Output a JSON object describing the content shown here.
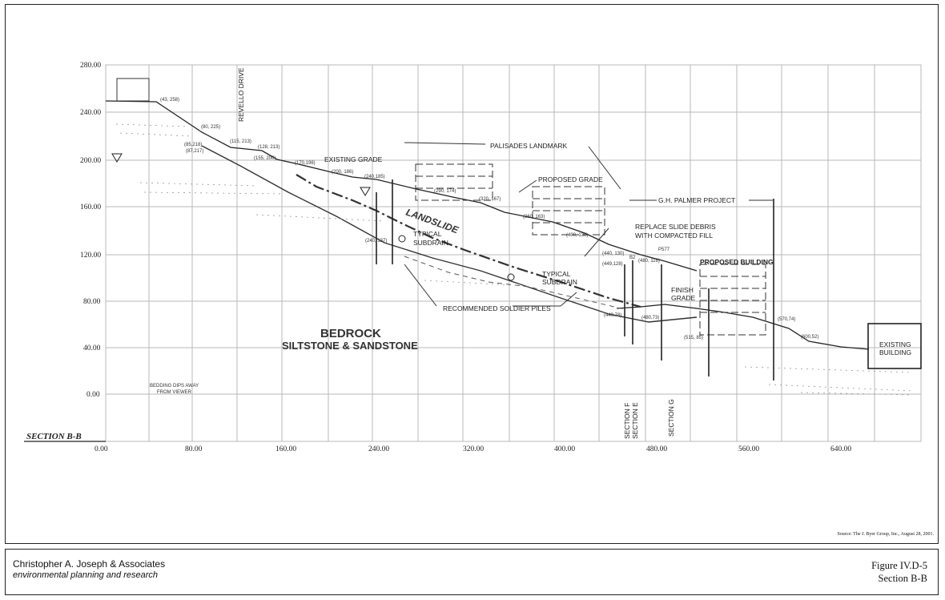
{
  "section_title": "SECTION B-B",
  "y_ticks": [
    "280.00",
    "240.00",
    "200.00",
    "160.00",
    "120.00",
    "80.00",
    "40.00",
    "0.00"
  ],
  "x_ticks": [
    "0.00",
    "80.00",
    "160.00",
    "240.00",
    "320.00",
    "400.00",
    "480.00",
    "560.00",
    "640.00"
  ],
  "labels": {
    "street": "REVELLO DRIVE",
    "existing_grade": "EXISTING GRADE",
    "palisades": "PALISADES LANDMARK",
    "proposed_grade": "PROPOSED GRADE",
    "gh_palmer": "G.H. PALMER PROJECT",
    "landslide": "LANDSLIDE",
    "replace_debris_1": "REPLACE SLIDE DEBRIS",
    "replace_debris_2": "WITH COMPACTED FILL",
    "typical_subdrain_1a": "TYPICAL",
    "typical_subdrain_1b": "SUBDRAIN",
    "typical_subdrain_2a": "TYPICAL",
    "typical_subdrain_2b": "SUBDRAIN",
    "proposed_building": "PROPOSED BUILDING",
    "finish_1": "FINISH",
    "finish_2": "GRADE",
    "soldier_piles": "RECOMMENDED SOLDIER PILES",
    "bedrock": "BEDROCK",
    "siltstone": "SILTSTONE & SANDSTONE",
    "existing_building_1": "EXISTING",
    "existing_building_2": "BUILDING",
    "bedding_1": "BEDDING DIPS AWAY",
    "bedding_2": "FROM VIEWER",
    "section_f": "SECTION F",
    "section_e": "SECTION E",
    "section_g": "SECTION G",
    "b2": "B2",
    "p577": "P577"
  },
  "coords": {
    "c1": "(43, 258)",
    "c2": "(80, 225)",
    "c3": "(85,218)",
    "c4": "(87,217)",
    "c5": "(115, 213)",
    "c6": "(128, 213)",
    "c7": "(155, 200)",
    "c8": "(170,196)",
    "c9": "(200, 186)",
    "c10": "(240,185)",
    "c11": "(290, 174)",
    "c12": "(320, 167)",
    "c13": "(360, 163)",
    "c14": "(400, 138)",
    "c15": "(440, 130)",
    "c16": "(449,128)",
    "c17": "(480, 118)",
    "c18": "(240, 137)",
    "c19": "(449,78)",
    "c20": "(480,73)",
    "c21": "(515, 85)",
    "c22": "(570,74)",
    "c23": "(600,52)"
  },
  "footer": {
    "firm": "Christopher A. Joseph & Associates",
    "firm_sub": "environmental planning and research",
    "figure": "Figure IV.D-5",
    "figure_sub": "Section B-B",
    "source": "Source: The J. Byer Group, Inc., August 28, 2001."
  }
}
